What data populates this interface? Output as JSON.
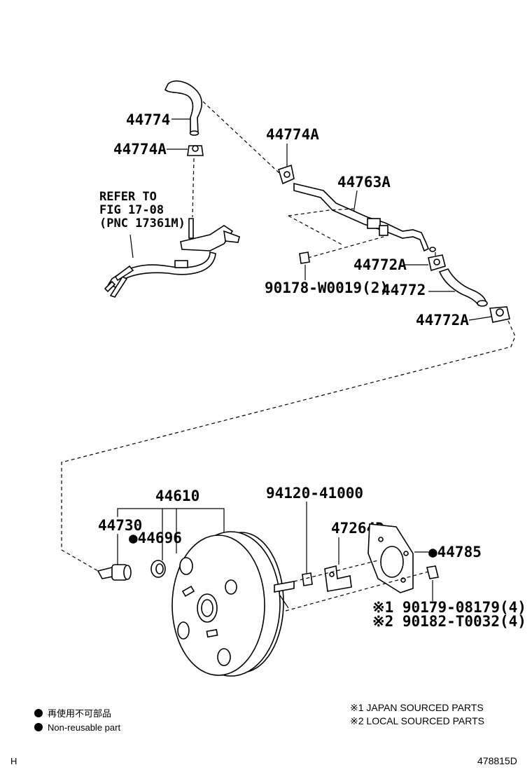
{
  "parts": {
    "p44774": "44774",
    "p44774A_left": "44774A",
    "p44774A_top": "44774A",
    "p44763A": "44763A",
    "p44772A_mid": "44772A",
    "p90178": "90178-W0019(2)",
    "p44772": "44772",
    "p44772A_low": "44772A",
    "p44610": "44610",
    "p44730": "44730",
    "p44696": "●44696",
    "p94120": "94120-41000",
    "p47264D": "47264D",
    "p44785": "●44785",
    "p90179": "※1 90179-08179(4)",
    "p90182": "※2 90182-T0032(4)"
  },
  "refer": {
    "line1": "REFER TO",
    "line2": "FIG 17-08",
    "line3": "(PNC 17361M)"
  },
  "legend": {
    "jp": "再使用不可部品",
    "en": "Non-reusable part",
    "note1": "※1 JAPAN SOURCED PARTS",
    "note2": "※2 LOCAL SOURCED PARTS"
  },
  "footer": {
    "left": "H",
    "right": "478815D"
  }
}
